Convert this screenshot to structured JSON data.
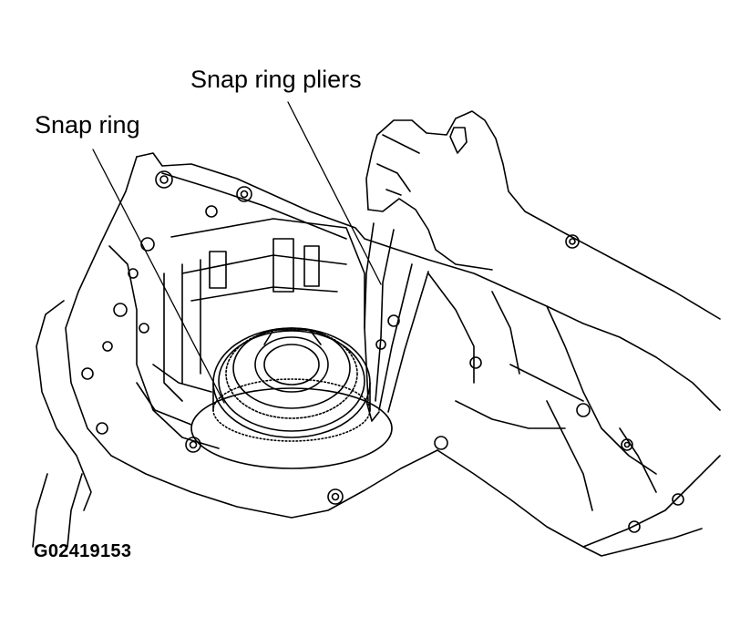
{
  "labels": {
    "snap_ring_pliers": "Snap ring pliers",
    "snap_ring": "Snap ring"
  },
  "figure_id": "G02419153"
}
